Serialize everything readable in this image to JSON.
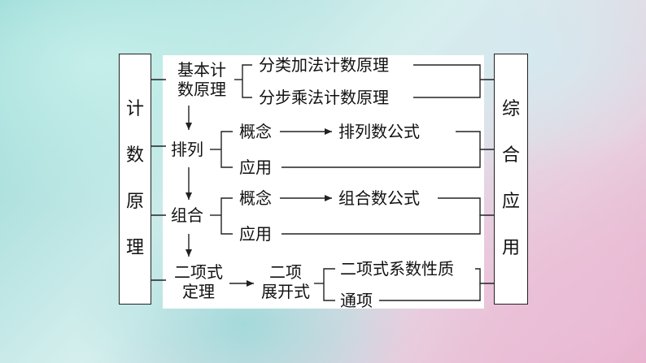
{
  "left_box": {
    "chars": [
      "计",
      "数",
      "原",
      "理"
    ]
  },
  "right_box": {
    "chars": [
      "综",
      "合",
      "应",
      "用"
    ]
  },
  "basic_principle": {
    "line1": "基本计",
    "line2": "数原理",
    "rule1": "分类加法计数原理",
    "rule2": "分步乘法计数原理"
  },
  "permutation": {
    "label": "排列",
    "concept": "概念",
    "formula": "排列数公式",
    "application": "应用"
  },
  "combination": {
    "label": "组合",
    "concept": "概念",
    "formula": "组合数公式",
    "application": "应用"
  },
  "binomial": {
    "line1": "二项式",
    "line2": "定理",
    "expansion_line1": "二项",
    "expansion_line2": "展开式",
    "coefficient": "二项式系数性质",
    "general_term": "通项"
  },
  "colors": {
    "line": "#222222",
    "box_bg": "#ffffff"
  }
}
